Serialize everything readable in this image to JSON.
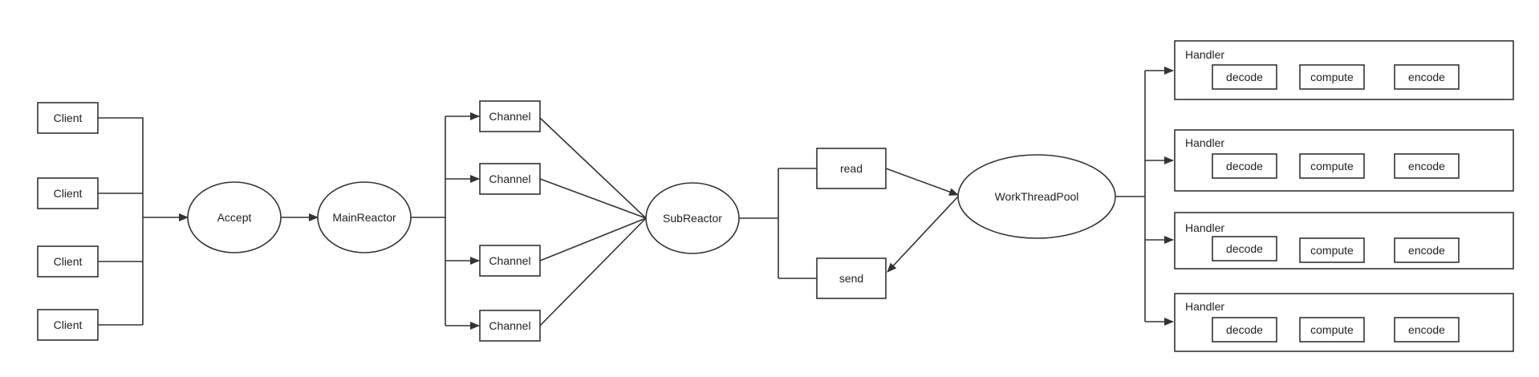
{
  "diagram": {
    "client_label": "Client",
    "accept_label": "Accept",
    "main_reactor_label": "MainReactor",
    "channel_label": "Channel",
    "sub_reactor_label": "SubReactor",
    "read_label": "read",
    "send_label": "send",
    "work_thread_pool_label": "WorkThreadPool",
    "handler_label": "Handler",
    "decode_label": "decode",
    "compute_label": "compute",
    "encode_label": "encode"
  },
  "colors": {
    "stroke": "#333333",
    "text": "#222222",
    "background": "#ffffff"
  }
}
